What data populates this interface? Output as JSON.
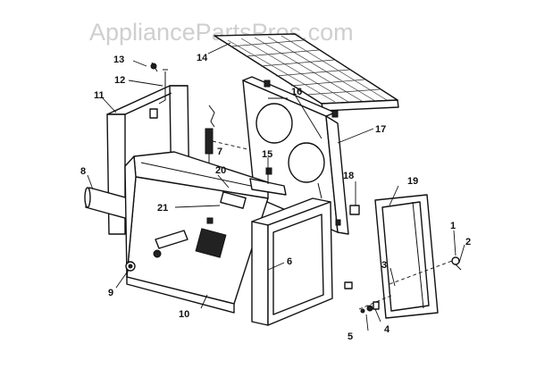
{
  "watermark": "AppliancePartsPros.com",
  "callouts": {
    "p1": "1",
    "p2": "2",
    "p3": "3",
    "p4": "4",
    "p5": "5",
    "p6": "6",
    "p7": "7",
    "p8": "8",
    "p9": "9",
    "p10": "10",
    "p11": "11",
    "p12": "12",
    "p13": "13",
    "p14": "14",
    "p15": "15",
    "p16": "16",
    "p17": "17",
    "p18": "18",
    "p19": "19",
    "p20": "20",
    "p21": "21"
  }
}
